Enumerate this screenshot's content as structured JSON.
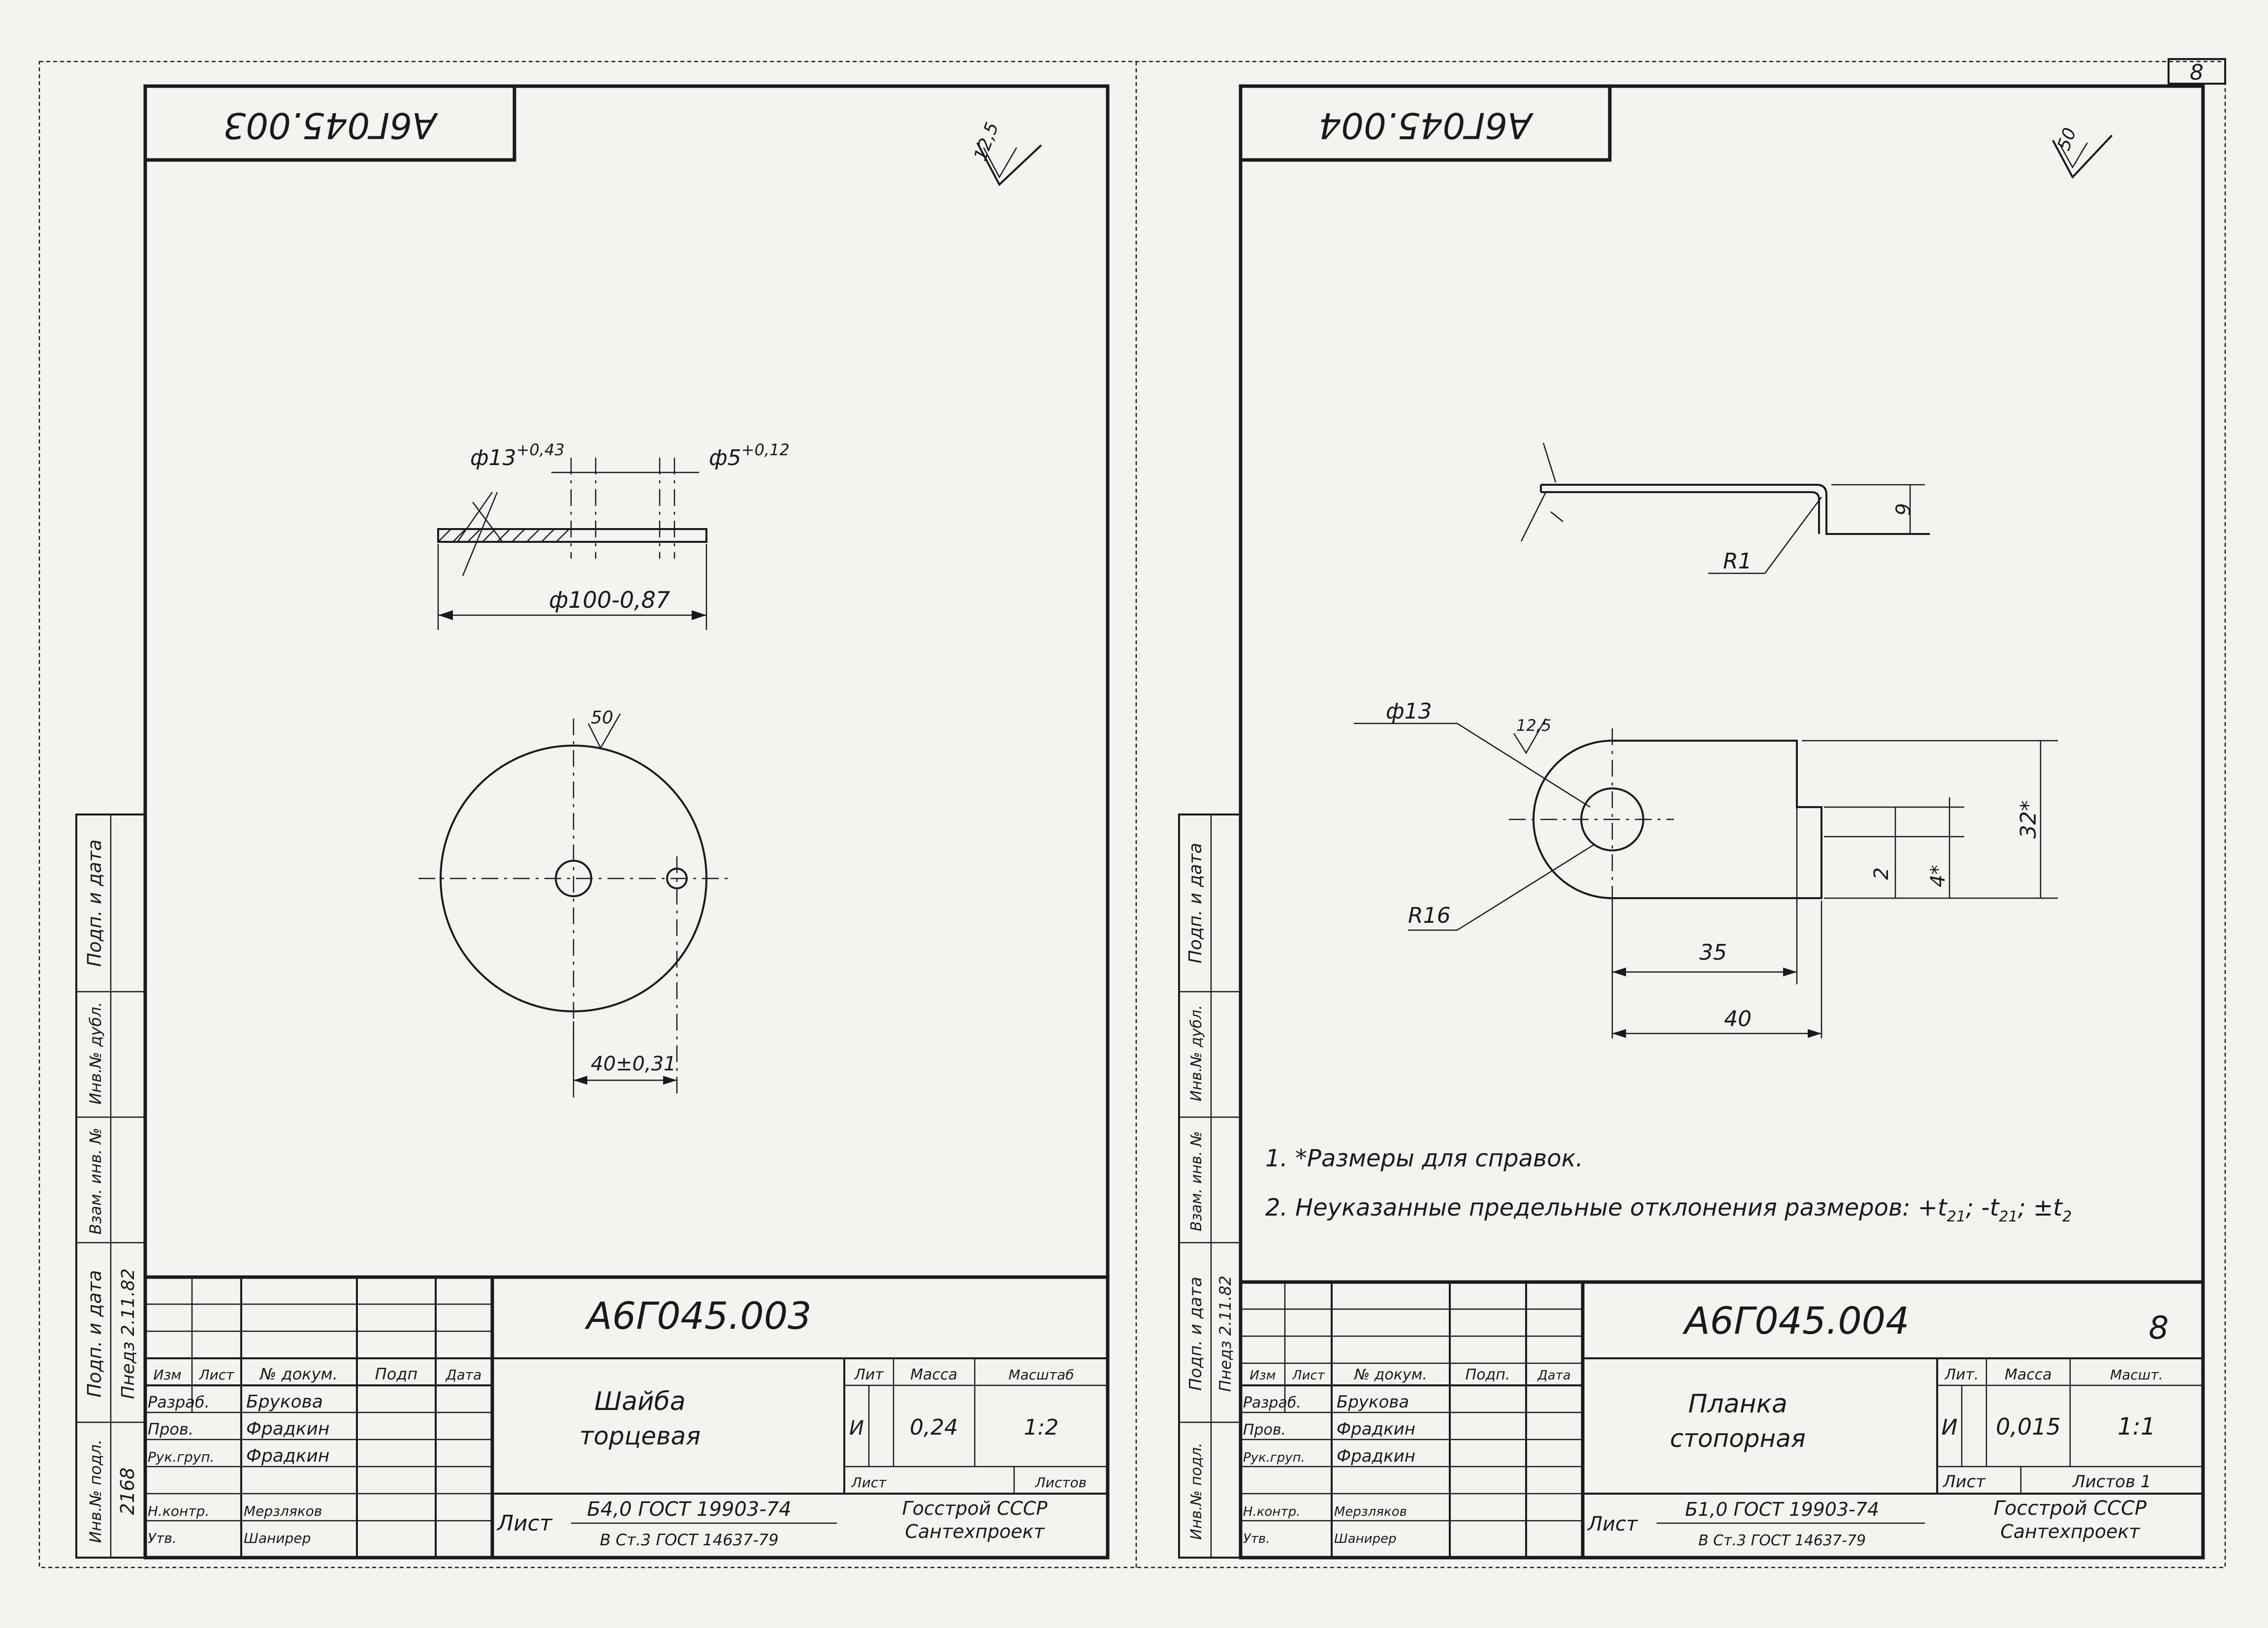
{
  "page_number": "8",
  "left": {
    "stamp": "А6Г045.003",
    "roughness": "12,5",
    "dims": {
      "hole_big": "ф13",
      "hole_big_tol": "+0,43",
      "hole_small": "ф5",
      "hole_small_tol": "+0,12",
      "diameter": "ф100-0,87",
      "roughness_surface": "50",
      "offset": "40±0,31"
    },
    "side": {
      "inv_podl": "Инв.№ подл.",
      "inv_value": "2168",
      "podp_data": "Подп. и дата",
      "podp_value": "Пнедз 2.11.82",
      "vzam": "Взам. инв. №",
      "inv_dubl": "Инв.№ дубл.",
      "podp_data2": "Подп. и дата"
    },
    "title": {
      "code": "А6Г045.003",
      "name1": "Шайба",
      "name2": "торцевая",
      "h_izm": "Изм",
      "h_list": "Лист",
      "h_doc": "№ докум.",
      "h_podp": "Подп",
      "h_data": "Дата",
      "r1_role": "Разраб.",
      "r1_name": "Брукова",
      "r2_role": "Пров.",
      "r2_name": "Фрадкин",
      "r3_role": "Рук.груп.",
      "r3_name": "Фрадкин",
      "r4_role": "Н.контр.",
      "r4_name": "Мерзляков",
      "r5_role": "Утв.",
      "r5_name": "Шанирер",
      "lit_h": "Лит",
      "mass_h": "Масса",
      "scale_h": "Масштаб",
      "lit": "И",
      "mass": "0,24",
      "scale": "1:2",
      "sheet": "Лист",
      "sheets": "Листов",
      "material_label": "Лист",
      "material1": "Б4,0 ГОСТ 19903-74",
      "material2": "В Ст.3 ГОСТ 14637-79",
      "org1": "Госстрой СССР",
      "org2": "Сантехпроект"
    }
  },
  "right": {
    "stamp": "А6Г045.004",
    "roughness": "50",
    "dims": {
      "radius_bend": "R1",
      "height": "9",
      "hole": "ф13",
      "roughness_hole": "12,5",
      "radius": "R16",
      "d35": "35",
      "d40": "40",
      "d2": "2",
      "d4": "4*",
      "d32": "32*"
    },
    "notes": {
      "n1": "1. *Размеры для справок.",
      "n2": "2. Неуказанные предельные отклонения размеров: +t",
      "n2_tail": "; -t",
      "n2_end": "; ±t",
      "sub1": "21",
      "sub2": "2"
    },
    "side": {
      "inv_podl": "Инв.№ подл.",
      "podp_data": "Подп. и дата",
      "podp_value": "Пнедз 2.11.82",
      "vzam": "Взам. инв. №",
      "inv_dubl": "Инв.№ дубл.",
      "podp_data2": "Подп. и дата"
    },
    "title": {
      "code": "А6Г045.004",
      "page": "8",
      "name1": "Планка",
      "name2": "стопорная",
      "h_izm": "Изм",
      "h_list": "Лист",
      "h_doc": "№ докум.",
      "h_podp": "Подп.",
      "h_data": "Дата",
      "r1_role": "Разраб.",
      "r1_name": "Брукова",
      "r2_role": "Пров.",
      "r2_name": "Фрадкин",
      "r3_role": "Рук.груп.",
      "r3_name": "Фрадкин",
      "r4_role": "Н.контр.",
      "r4_name": "Мерзляков",
      "r5_role": "Утв.",
      "r5_name": "Шанирер",
      "lit_h": "Лит.",
      "mass_h": "Масса",
      "scale_h": "Масшт.",
      "lit": "И",
      "mass": "0,015",
      "scale": "1:1",
      "sheet": "Лист",
      "sheets": "Листов 1",
      "material_label": "Лист",
      "material1": "Б1,0 ГОСТ 19903-74",
      "material2": "В Ст.3 ГОСТ 14637-79",
      "org1": "Госстрой СССР",
      "org2": "Сантехпроект"
    }
  }
}
